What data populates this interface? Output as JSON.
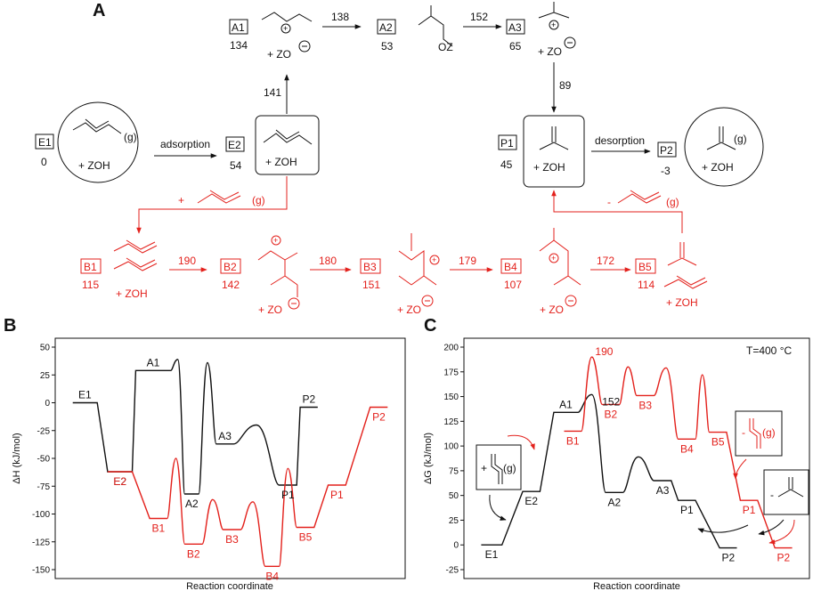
{
  "panels": {
    "a": "A",
    "b": "B",
    "c": "C"
  },
  "scheme": {
    "E1": {
      "label": "E1",
      "value": "0",
      "gas": "(g)",
      "zoh": "+ ZOH"
    },
    "E2": {
      "label": "E2",
      "value": "54",
      "zoh": "+ ZOH"
    },
    "A1": {
      "label": "A1",
      "value": "134",
      "zo": "+ ZO"
    },
    "A2": {
      "label": "A2",
      "value": "53",
      "oz": "OZ"
    },
    "A3": {
      "label": "A3",
      "value": "65",
      "zo": "+ ZO"
    },
    "P1": {
      "label": "P1",
      "value": "45",
      "zoh": "+ ZOH"
    },
    "P2": {
      "label": "P2",
      "value": "-3",
      "gas": "(g)",
      "zoh": "+ ZOH"
    },
    "B1": {
      "label": "B1",
      "value": "115",
      "zoh": "+ ZOH"
    },
    "B2": {
      "label": "B2",
      "value": "142",
      "zo": "+ ZO"
    },
    "B3": {
      "label": "B3",
      "value": "151",
      "zo": "+ ZO"
    },
    "B4": {
      "label": "B4",
      "value": "107",
      "zo": "+ ZO"
    },
    "B5": {
      "label": "B5",
      "value": "114",
      "zoh": "+ ZOH"
    },
    "arrows": {
      "adsorption": "adsorption",
      "desorption": "desorption",
      "e2_a1": "141",
      "a1_a2": "138",
      "a2_a3": "152",
      "a3_p1": "89",
      "b1_b2": "190",
      "b2_b3": "180",
      "b3_b4": "179",
      "b4_b5": "172",
      "plus": "+",
      "minus": "-",
      "gas": "(g)"
    }
  },
  "chart_data": [
    {
      "type": "line",
      "panel": "B",
      "xlabel": "Reaction coordinate",
      "ylabel": "ΔH (kJ/mol)",
      "ylim": [
        -150,
        50
      ],
      "yticks": [
        50,
        25,
        0,
        -25,
        -50,
        -75,
        -100,
        -125,
        -150
      ],
      "grid": false,
      "series": [
        {
          "color": "#111111",
          "states": [
            {
              "label": "E1",
              "value": 0
            },
            {
              "label": "E2",
              "value": -62
            },
            {
              "label": "A1",
              "value": 29,
              "peak_after": 39
            },
            {
              "label": "A2",
              "value": -82,
              "peak_after": 36
            },
            {
              "label": "A3",
              "value": -37,
              "peak_after": -20
            },
            {
              "label": "P1",
              "value": -74
            },
            {
              "label": "P2",
              "value": -4
            }
          ]
        },
        {
          "color": "#e3211c",
          "states": [
            {
              "label": "E2",
              "value": -62
            },
            {
              "label": "B1",
              "value": -104,
              "peak_after": -50
            },
            {
              "label": "B2",
              "value": -127,
              "peak_after": -87
            },
            {
              "label": "B3",
              "value": -114,
              "peak_after": -89
            },
            {
              "label": "B4",
              "value": -147,
              "peak_after": -59
            },
            {
              "label": "B5",
              "value": -112
            },
            {
              "label": "P1",
              "value": -74
            },
            {
              "label": "P2",
              "value": -4
            }
          ]
        }
      ]
    },
    {
      "type": "line",
      "panel": "C",
      "xlabel": "Reaction coordinate",
      "ylabel": "ΔG (kJ/mol)",
      "annotation": "T=400 °C",
      "ylim": [
        -25,
        200
      ],
      "yticks": [
        200,
        175,
        150,
        125,
        100,
        75,
        50,
        25,
        0,
        -25
      ],
      "grid": false,
      "peak_labels": [
        "190",
        "152"
      ],
      "series": [
        {
          "color": "#111111",
          "states": [
            {
              "label": "E1",
              "value": 0
            },
            {
              "label": "E2",
              "value": 54
            },
            {
              "label": "A1",
              "value": 134,
              "peak_after": 152
            },
            {
              "label": "A2",
              "value": 53,
              "peak_after": 89
            },
            {
              "label": "A3",
              "value": 65
            },
            {
              "label": "P1",
              "value": 45
            },
            {
              "label": "P2",
              "value": -3
            }
          ]
        },
        {
          "color": "#e3211c",
          "states": [
            {
              "label": "B1",
              "value": 115,
              "peak_after": 190
            },
            {
              "label": "B2",
              "value": 142,
              "peak_after": 180
            },
            {
              "label": "B3",
              "value": 151,
              "peak_after": 179
            },
            {
              "label": "B4",
              "value": 107,
              "peak_after": 172
            },
            {
              "label": "B5",
              "value": 114
            },
            {
              "label": "P1",
              "value": 45
            },
            {
              "label": "P2",
              "value": -3
            }
          ]
        }
      ],
      "insets": {
        "plus": "+",
        "minus": "-",
        "gas": "(g)"
      }
    }
  ]
}
